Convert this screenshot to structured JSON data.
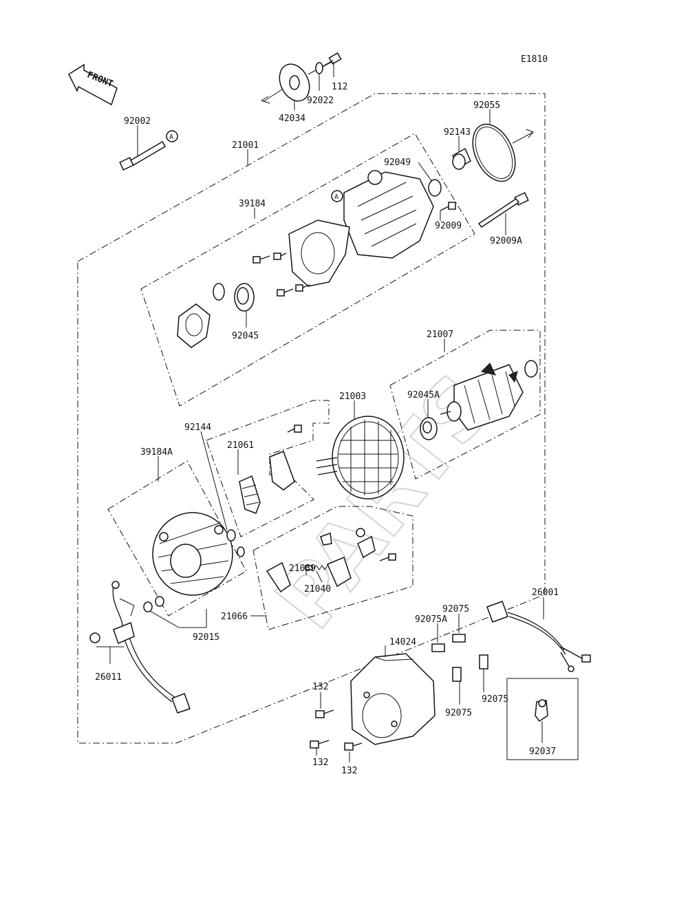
{
  "diagram_id": "E1810",
  "front_label": "FRONT",
  "ref_mark": "A",
  "watermark": "PARTS",
  "labels": {
    "p112": "112",
    "p92022": "92022",
    "p42034": "42034",
    "p92002": "92002",
    "p21001": "21001",
    "p92055": "92055",
    "p92143": "92143",
    "p92049": "92049",
    "p39184": "39184",
    "p92009": "92009",
    "p92009A": "92009A",
    "p92045": "92045",
    "p21007": "21007",
    "p21003": "21003",
    "p92045A": "92045A",
    "p92144": "92144",
    "p21061": "21061",
    "p39184A": "39184A",
    "p21039": "21039",
    "p21040": "21040",
    "p21066": "21066",
    "p92015": "92015",
    "p26011": "26011",
    "p26001": "26001",
    "p92075_top": "92075",
    "p92075A": "92075A",
    "p14024": "14024",
    "p132_a": "132",
    "p92075_mid": "92075",
    "p92075_right": "92075",
    "p132_b": "132",
    "p132_c": "132",
    "p92037": "92037"
  }
}
